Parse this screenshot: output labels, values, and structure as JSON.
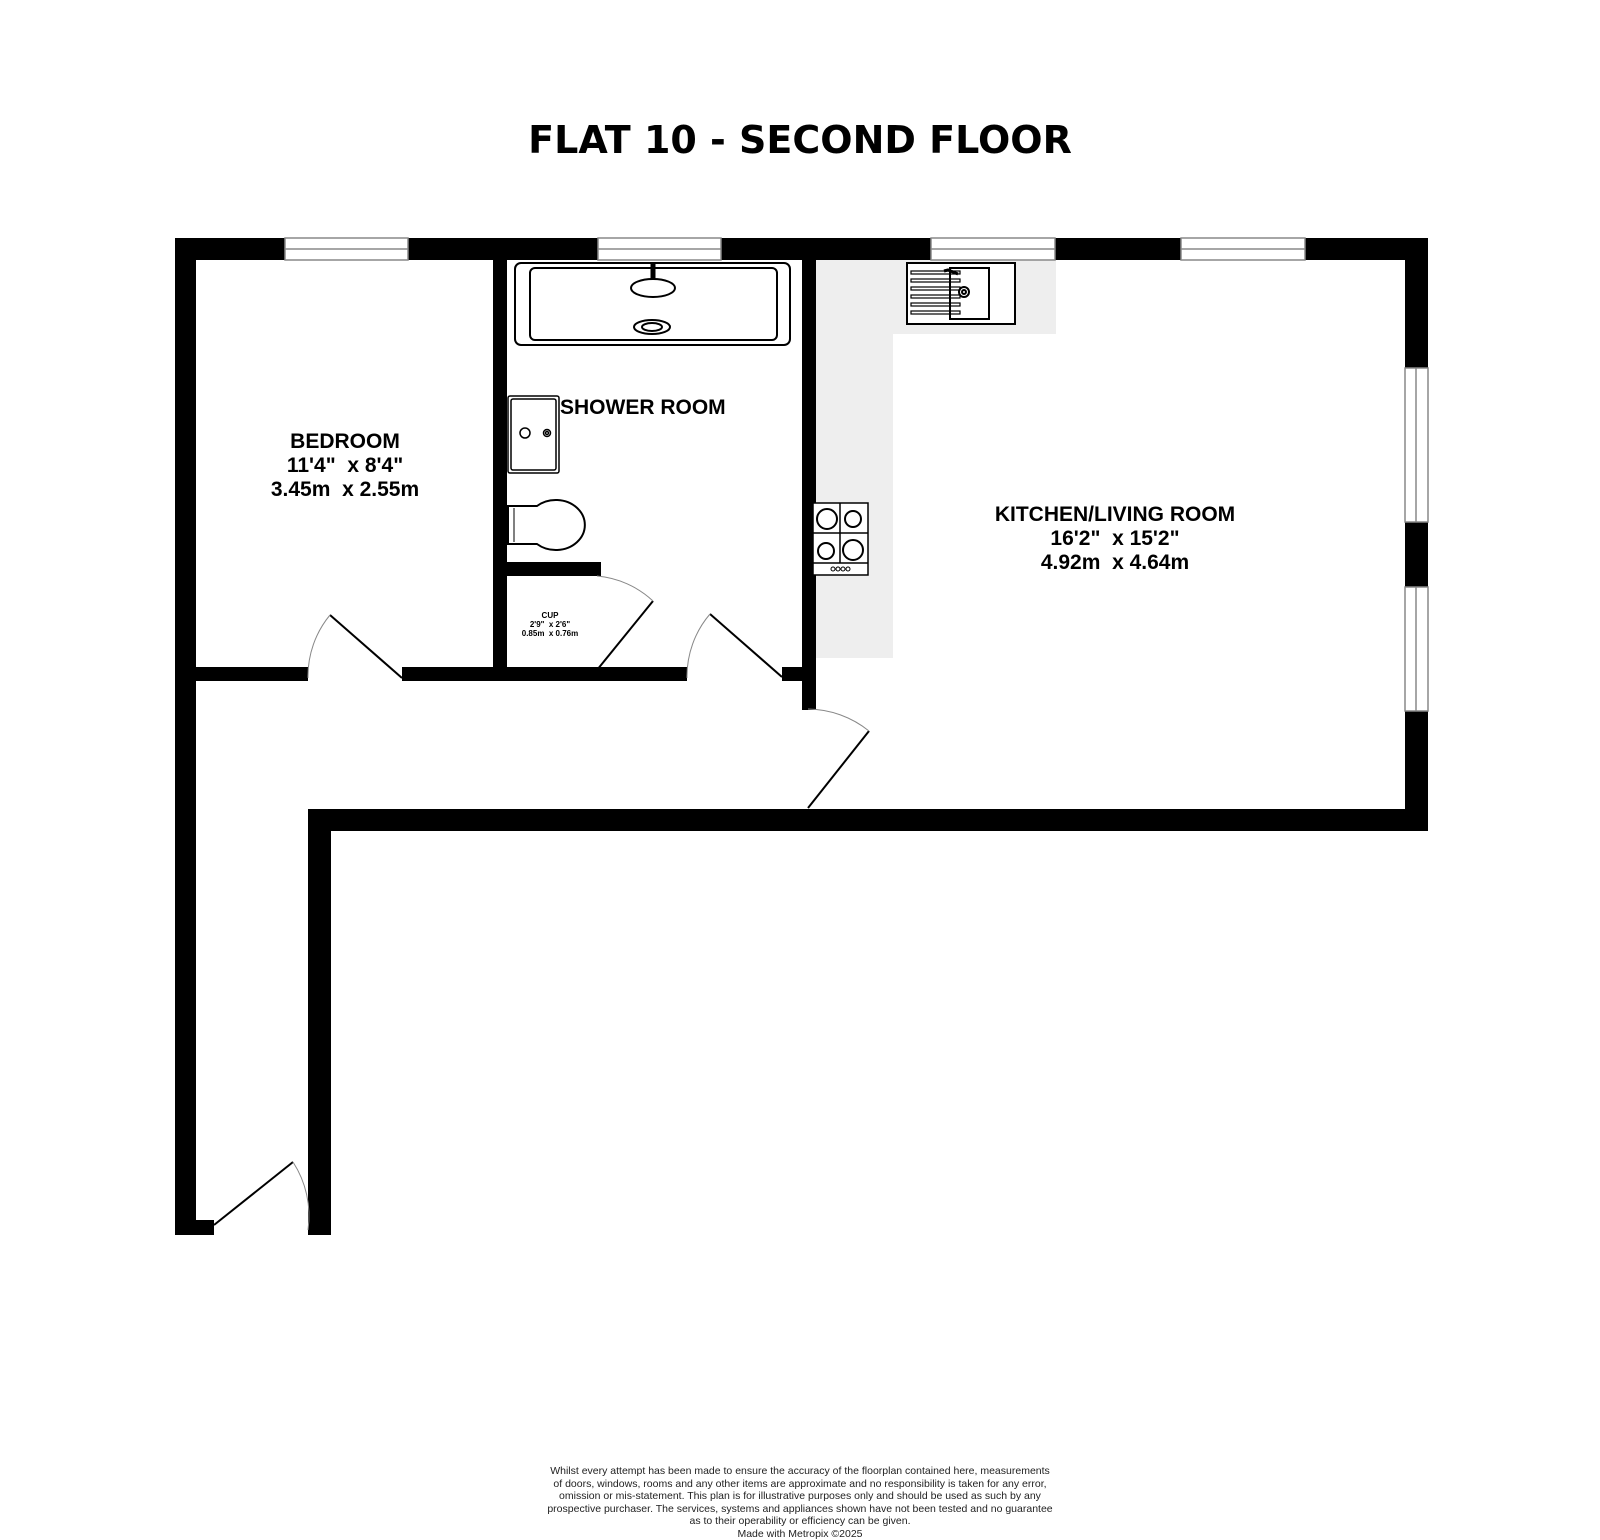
{
  "title": "FLAT 10 - SECOND FLOOR",
  "rooms": {
    "bedroom": {
      "name": "BEDROOM",
      "imperial": "11'4\"  x 8'4\"",
      "metric": "3.45m  x 2.55m"
    },
    "shower_room": {
      "name": "SHOWER ROOM"
    },
    "cupboard": {
      "name": "CUP",
      "imperial": "2'9\"  x 2'6\"",
      "metric": "0.85m  x 0.76m"
    },
    "kitchen_living": {
      "name": "KITCHEN/LIVING ROOM",
      "imperial": "16'2\"  x 15'2\"",
      "metric": "4.92m  x 4.64m"
    }
  },
  "fixtures": [
    "shower-tray-icon",
    "wash-basin-icon",
    "toilet-icon",
    "kitchen-sink-icon",
    "gas-hob-icon"
  ],
  "colors": {
    "wall": "#000000",
    "worktop": "#eeeeee",
    "window": "#888888"
  },
  "disclaimer": {
    "lines": [
      "Whilst every attempt has been made to ensure the accuracy of the floorplan contained here, measurements",
      "of doors, windows, rooms and any other items are approximate and no responsibility is taken for any error,",
      "omission or mis-statement. This plan is for illustrative purposes only and should be used as such by any",
      "prospective purchaser. The services, systems and appliances shown have not been tested and no guarantee",
      "as to their operability or efficiency can be given."
    ],
    "credit": "Made with Metropix ©2025"
  }
}
